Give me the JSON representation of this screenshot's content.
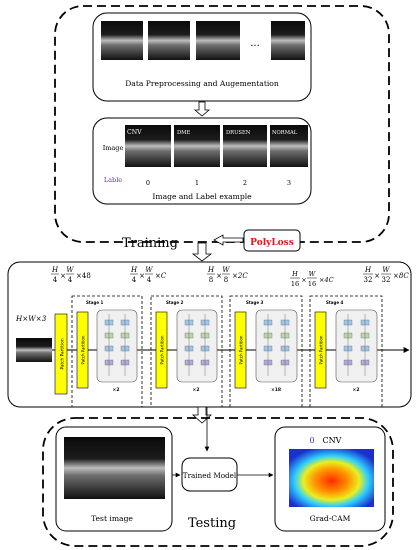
{
  "top": {
    "ellipsis": "...",
    "preprocess_label": "Data Preprocessing and Augementation",
    "image_row_label": "Image",
    "label_row_label": "Lable",
    "classes": [
      {
        "name": "CNV",
        "index": "0"
      },
      {
        "name": "DME",
        "index": "1"
      },
      {
        "name": "DRUSEN",
        "index": "2"
      },
      {
        "name": "NORMAL",
        "index": "3"
      }
    ],
    "example_caption": "Image and Label example"
  },
  "training": {
    "label": "Training",
    "loss_label": "PolyLoss"
  },
  "network": {
    "input_dim": "H×W×3",
    "patch_partition": "Patch Partition",
    "dims": [
      {
        "num": "H",
        "den": "4",
        "num2": "W",
        "den2": "4",
        "tail": "×48"
      },
      {
        "num": "H",
        "den": "4",
        "num2": "W",
        "den2": "4",
        "tail": "×C"
      },
      {
        "num": "H",
        "den": "8",
        "num2": "W",
        "den2": "8",
        "tail": "×2C"
      },
      {
        "num": "H",
        "den": "16",
        "num2": "W",
        "den2": "16",
        "tail": "×4C"
      },
      {
        "num": "H",
        "den": "32",
        "num2": "W",
        "den2": "32",
        "tail": "×8C"
      }
    ],
    "stages": [
      {
        "name": "Stage 1",
        "repeat": "×2"
      },
      {
        "name": "Stage 2",
        "repeat": "×2"
      },
      {
        "name": "Stage 3",
        "repeat": "×18"
      },
      {
        "name": "Stage 4",
        "repeat": "×2"
      }
    ]
  },
  "testing": {
    "test_image_caption": "Test image",
    "model_label": "Trained Model",
    "gradcam_index": "0",
    "gradcam_class": "CNV",
    "gradcam_caption": "Grad-CAM",
    "label": "Testing"
  },
  "colors": {
    "patch_fill": "#ffff00",
    "poly_text": "#e0161d",
    "label_purple": "#7030a0",
    "class_index_blue": "#1f3fbf"
  }
}
